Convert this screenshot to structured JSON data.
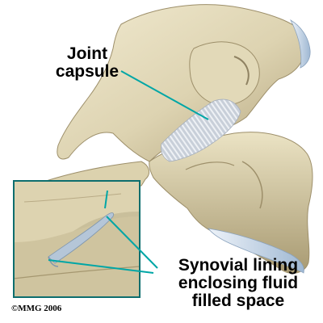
{
  "labels": {
    "joint_capsule_line1": "Joint",
    "joint_capsule_line2": "capsule",
    "synovial_line1": "Synovial lining",
    "synovial_line2": "enclosing fluid",
    "synovial_line3": "filled space",
    "copyright": "©MMG 2006"
  },
  "colors": {
    "bone": "#e7dfc2",
    "bone_shadow": "#b9ab86",
    "bone_deep": "#8f8262",
    "capsule": "#cdd3dc",
    "capsule_stripe": "#e9edf2",
    "cartilage": "#c5d7ea",
    "leader_line": "#00a6a6",
    "inset_border": "#0d6e6e"
  }
}
